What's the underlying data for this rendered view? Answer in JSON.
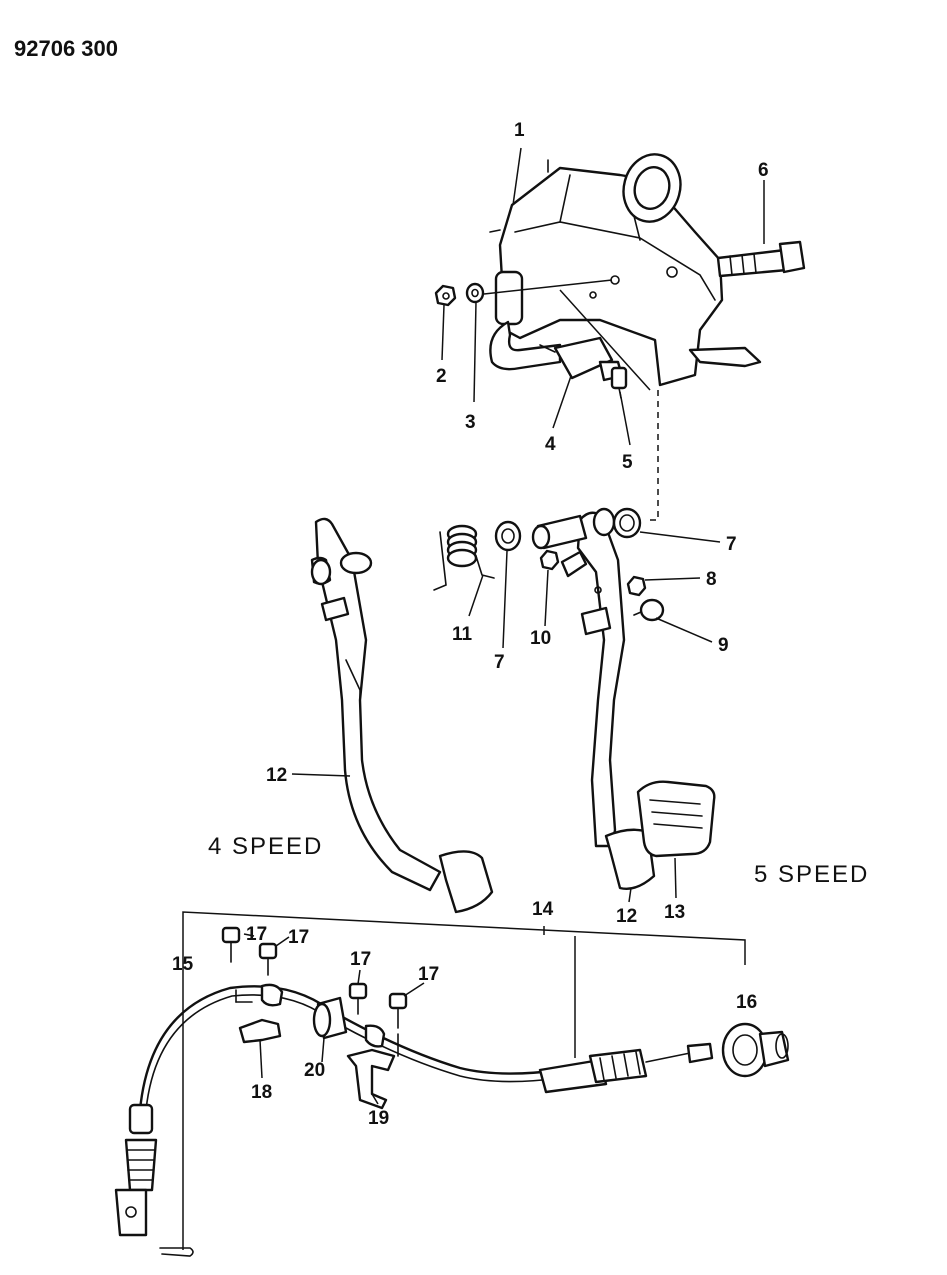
{
  "document": {
    "id": "92706 300"
  },
  "captions": {
    "four_speed": "4 SPEED",
    "five_speed": "5 SPEED"
  },
  "callouts": {
    "c1": "1",
    "c2": "2",
    "c3": "3",
    "c4": "4",
    "c5": "5",
    "c6": "6",
    "c7a": "7",
    "c7b": "7",
    "c8": "8",
    "c9": "9",
    "c10": "10",
    "c11": "11",
    "c12a": "12",
    "c12b": "12",
    "c13": "13",
    "c14": "14",
    "c15": "15",
    "c16": "16",
    "c17a": "17",
    "c17b": "17",
    "c17c": "17",
    "c17d": "17",
    "c18": "18",
    "c19": "19",
    "c20": "20"
  }
}
